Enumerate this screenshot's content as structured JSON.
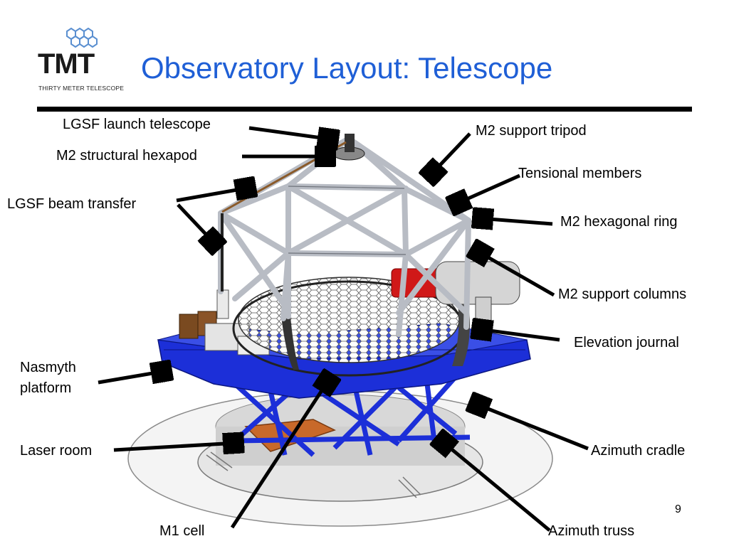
{
  "slide": {
    "title": "Observatory Layout: Telescope",
    "page_number": "9",
    "logo": {
      "text": "TMT",
      "subtitle": "THIRTY METER TELESCOPE"
    },
    "callouts": {
      "lgsf_launch_telescope": "LGSF launch telescope",
      "m2_structural_hexapod": "M2 structural hexapod",
      "lgsf_beam_transfer": "LGSF beam transfer",
      "m2_support_tripod": "M2 support tripod",
      "tensional_members": "Tensional members",
      "m2_hexagonal_ring": "M2 hexagonal ring",
      "m2_support_columns": "M2 support columns",
      "elevation_journal": "Elevation journal",
      "nasmyth_line1": "Nasmyth",
      "nasmyth_line2": "platform",
      "laser_room": "Laser room",
      "azimuth_cradle": "Azimuth cradle",
      "m1_cell": "M1 cell",
      "azimuth_truss": "Azimuth truss"
    }
  },
  "colors": {
    "title_blue": "#1f5fd6",
    "structure_blue": "#1c2fd8",
    "truss_gray": "#b8bcc4",
    "laser_room_orange": "#c8692a",
    "enclosure_red": "#d01818"
  },
  "icons": {
    "logo_mark": "hexagon-cluster-icon"
  }
}
